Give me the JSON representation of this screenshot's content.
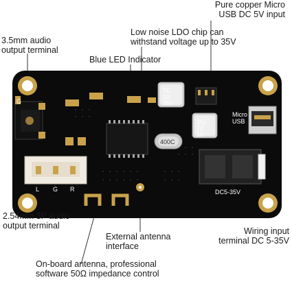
{
  "callouts": {
    "micro_usb": [
      "Pure copper Micro",
      "USB DC 5V input"
    ],
    "audio_35mm": [
      "3.5mm audio",
      "output terminal"
    ],
    "ldo_chip": [
      "Low noise LDO chip can",
      "withstand voltage up to 35V"
    ],
    "blue_led": "Blue LED Indicator",
    "audio_254": [
      "2.54mm 3P audio",
      "output terminal"
    ],
    "ext_antenna": [
      "External antenna",
      "interface"
    ],
    "wiring_input": [
      "Wiring input",
      "terminal DC 5-35V"
    ],
    "onboard_antenna": [
      "On-board antenna, professional",
      "software 50Ω impedance control"
    ]
  },
  "silkscreen": {
    "cap1": [
      "7C",
      "10",
      "35v"
    ],
    "cap2": [
      "35c",
      "7C",
      "10"
    ],
    "micro_usb": [
      "Micro",
      "USB"
    ],
    "dc_label": "DC5-35V",
    "ground_pad": "G",
    "pin_row": [
      "L",
      "G",
      "R"
    ],
    "crystal": "400C"
  },
  "colors": {
    "board": "#0b0b0b",
    "gold": "#c9a24a",
    "copper_dot": "#2a2a2a",
    "leader": "#333333"
  }
}
